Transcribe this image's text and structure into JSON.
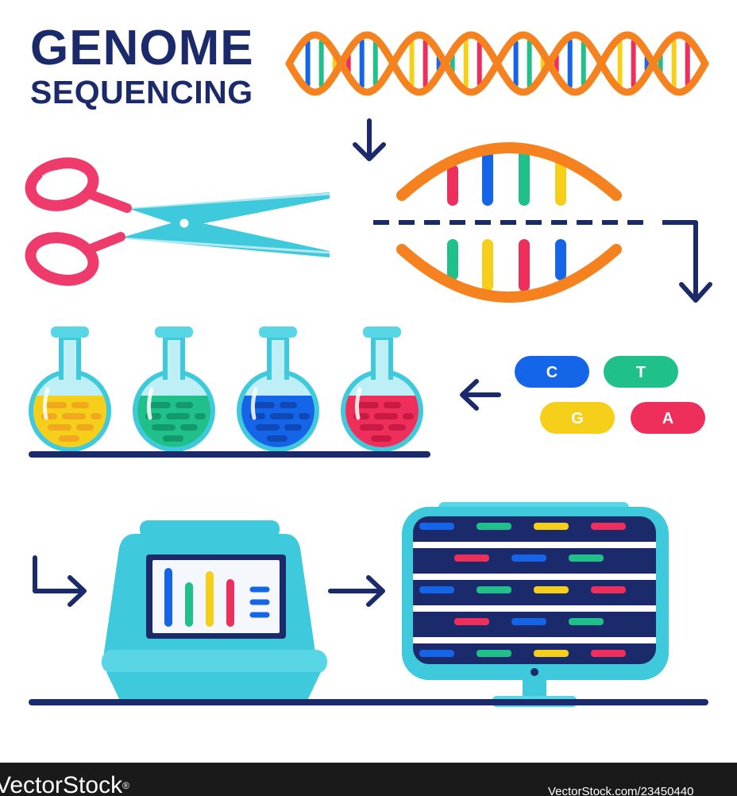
{
  "title": {
    "line1": "GENOME",
    "line2": "SEQUENCING"
  },
  "nucleotides": [
    {
      "letter": "C",
      "color": "#1565e8"
    },
    {
      "letter": "T",
      "color": "#1fc08a"
    },
    {
      "letter": "G",
      "color": "#f5cf1a"
    },
    {
      "letter": "A",
      "color": "#ef2f5b"
    }
  ],
  "flasks": [
    {
      "color": "#f5cf1a",
      "accent": "#f2a81d"
    },
    {
      "color": "#1fc08a",
      "accent": "#139a6c"
    },
    {
      "color": "#1565e8",
      "accent": "#0f49b8"
    },
    {
      "color": "#ef2f5b",
      "accent": "#c81a44"
    }
  ],
  "colors": {
    "navy": "#1b2a6b",
    "orange": "#f5821f",
    "teal": "#3ec9dc",
    "pink": "#ef3b6b"
  },
  "footer": {
    "brand_prefix": "VectorStock",
    "registered": "®",
    "id_text": "VectorStock.com/23450440"
  },
  "icons": [
    "dna-helix-icon",
    "scissors-icon",
    "dna-split-icon",
    "arrow-down-icon",
    "flask-icon",
    "arrow-left-icon",
    "sequencer-machine-icon",
    "monitor-icon"
  ]
}
